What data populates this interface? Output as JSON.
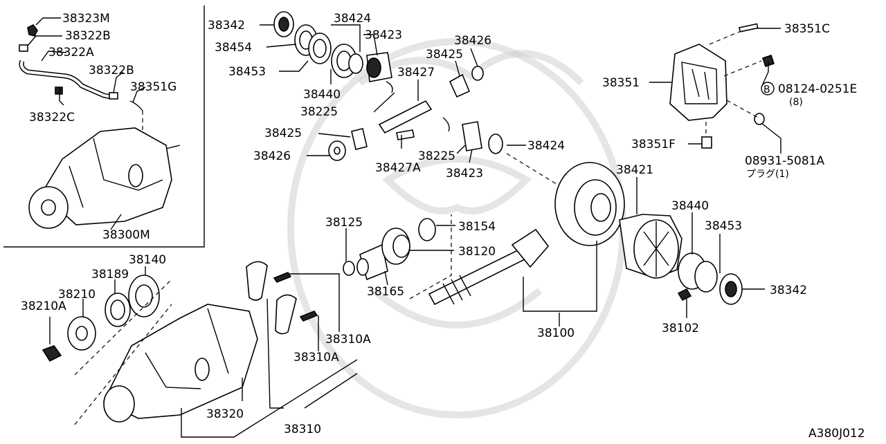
{
  "diagram_code": "A380J012",
  "labels": {
    "l38323M": "38323M",
    "l38322B_a": "38322B",
    "l38322A": "38322A",
    "l38322B_b": "38322B",
    "l38351G": "38351G",
    "l38322C": "38322C",
    "l38300M": "38300M",
    "l38342_a": "38342",
    "l38454": "38454",
    "l38453_a": "38453",
    "l38440_a": "38440",
    "l38225_a": "38225",
    "l38424_a": "38424",
    "l38423_a": "38423",
    "l38427": "38427",
    "l38426_a": "38426",
    "l38425_a": "38425",
    "l38425_b": "38425",
    "l38426_b": "38426",
    "l38427A": "38427A",
    "l38225_b": "38225",
    "l38423_b": "38423",
    "l38424_b": "38424",
    "l38351C": "38351C",
    "l38351": "38351",
    "l08124": "08124-0251E",
    "l08124_qty": "(8)",
    "l08124_mark": "B",
    "l38351F": "38351F",
    "l08931": "08931-5081A",
    "l08931_sub": "プラグ(1)",
    "l38421": "38421",
    "l38440_b": "38440",
    "l38453_b": "38453",
    "l38342_b": "38342",
    "l38102": "38102",
    "l38100": "38100",
    "l38125": "38125",
    "l38154": "38154",
    "l38120": "38120",
    "l38165": "38165",
    "l38140": "38140",
    "l38189": "38189",
    "l38210": "38210",
    "l38210A": "38210A",
    "l38310A_a": "38310A",
    "l38310A_b": "38310A",
    "l38320": "38320",
    "l38310": "38310"
  }
}
